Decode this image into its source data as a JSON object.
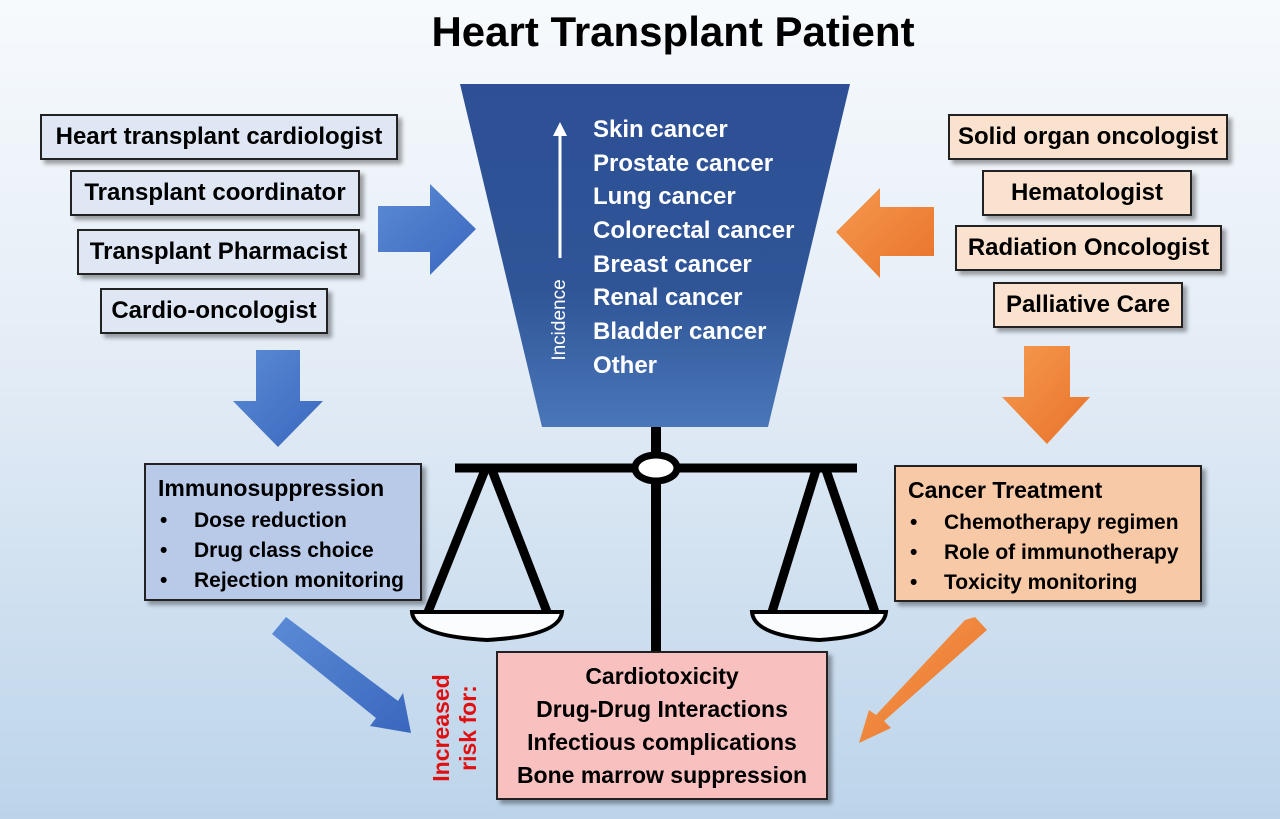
{
  "title": "Heart Transplant Patient",
  "left_roles": [
    "Heart transplant cardiologist",
    "Transplant coordinator",
    "Transplant Pharmacist",
    "Cardio-oncologist"
  ],
  "right_roles": [
    "Solid organ oncologist",
    "Hematologist",
    "Radiation Oncologist",
    "Palliative Care"
  ],
  "funnel": {
    "axis_label": "Incidence",
    "cancers": [
      "Skin cancer",
      "Prostate cancer",
      "Lung cancer",
      "Colorectal cancer",
      "Breast cancer",
      "Renal cancer",
      "Bladder cancer",
      "Other"
    ]
  },
  "immunosuppression": {
    "title": "Immunosuppression",
    "items": [
      "Dose reduction",
      "Drug class choice",
      "Rejection monitoring"
    ]
  },
  "cancer_treatment": {
    "title": "Cancer Treatment",
    "items": [
      "Chemotherapy regimen",
      "Role of immunotherapy",
      "Toxicity monitoring"
    ]
  },
  "risk": {
    "label_line1": "Increased",
    "label_line2": "risk for:",
    "items": [
      "Cardiotoxicity",
      "Drug-Drug Interactions",
      "Infectious complications",
      "Bone marrow suppression"
    ]
  },
  "colors": {
    "funnel": "#2f5597",
    "blue_arrow": "#4472c4",
    "orange_arrow": "#ed7d31",
    "risk_label": "#e01010"
  }
}
